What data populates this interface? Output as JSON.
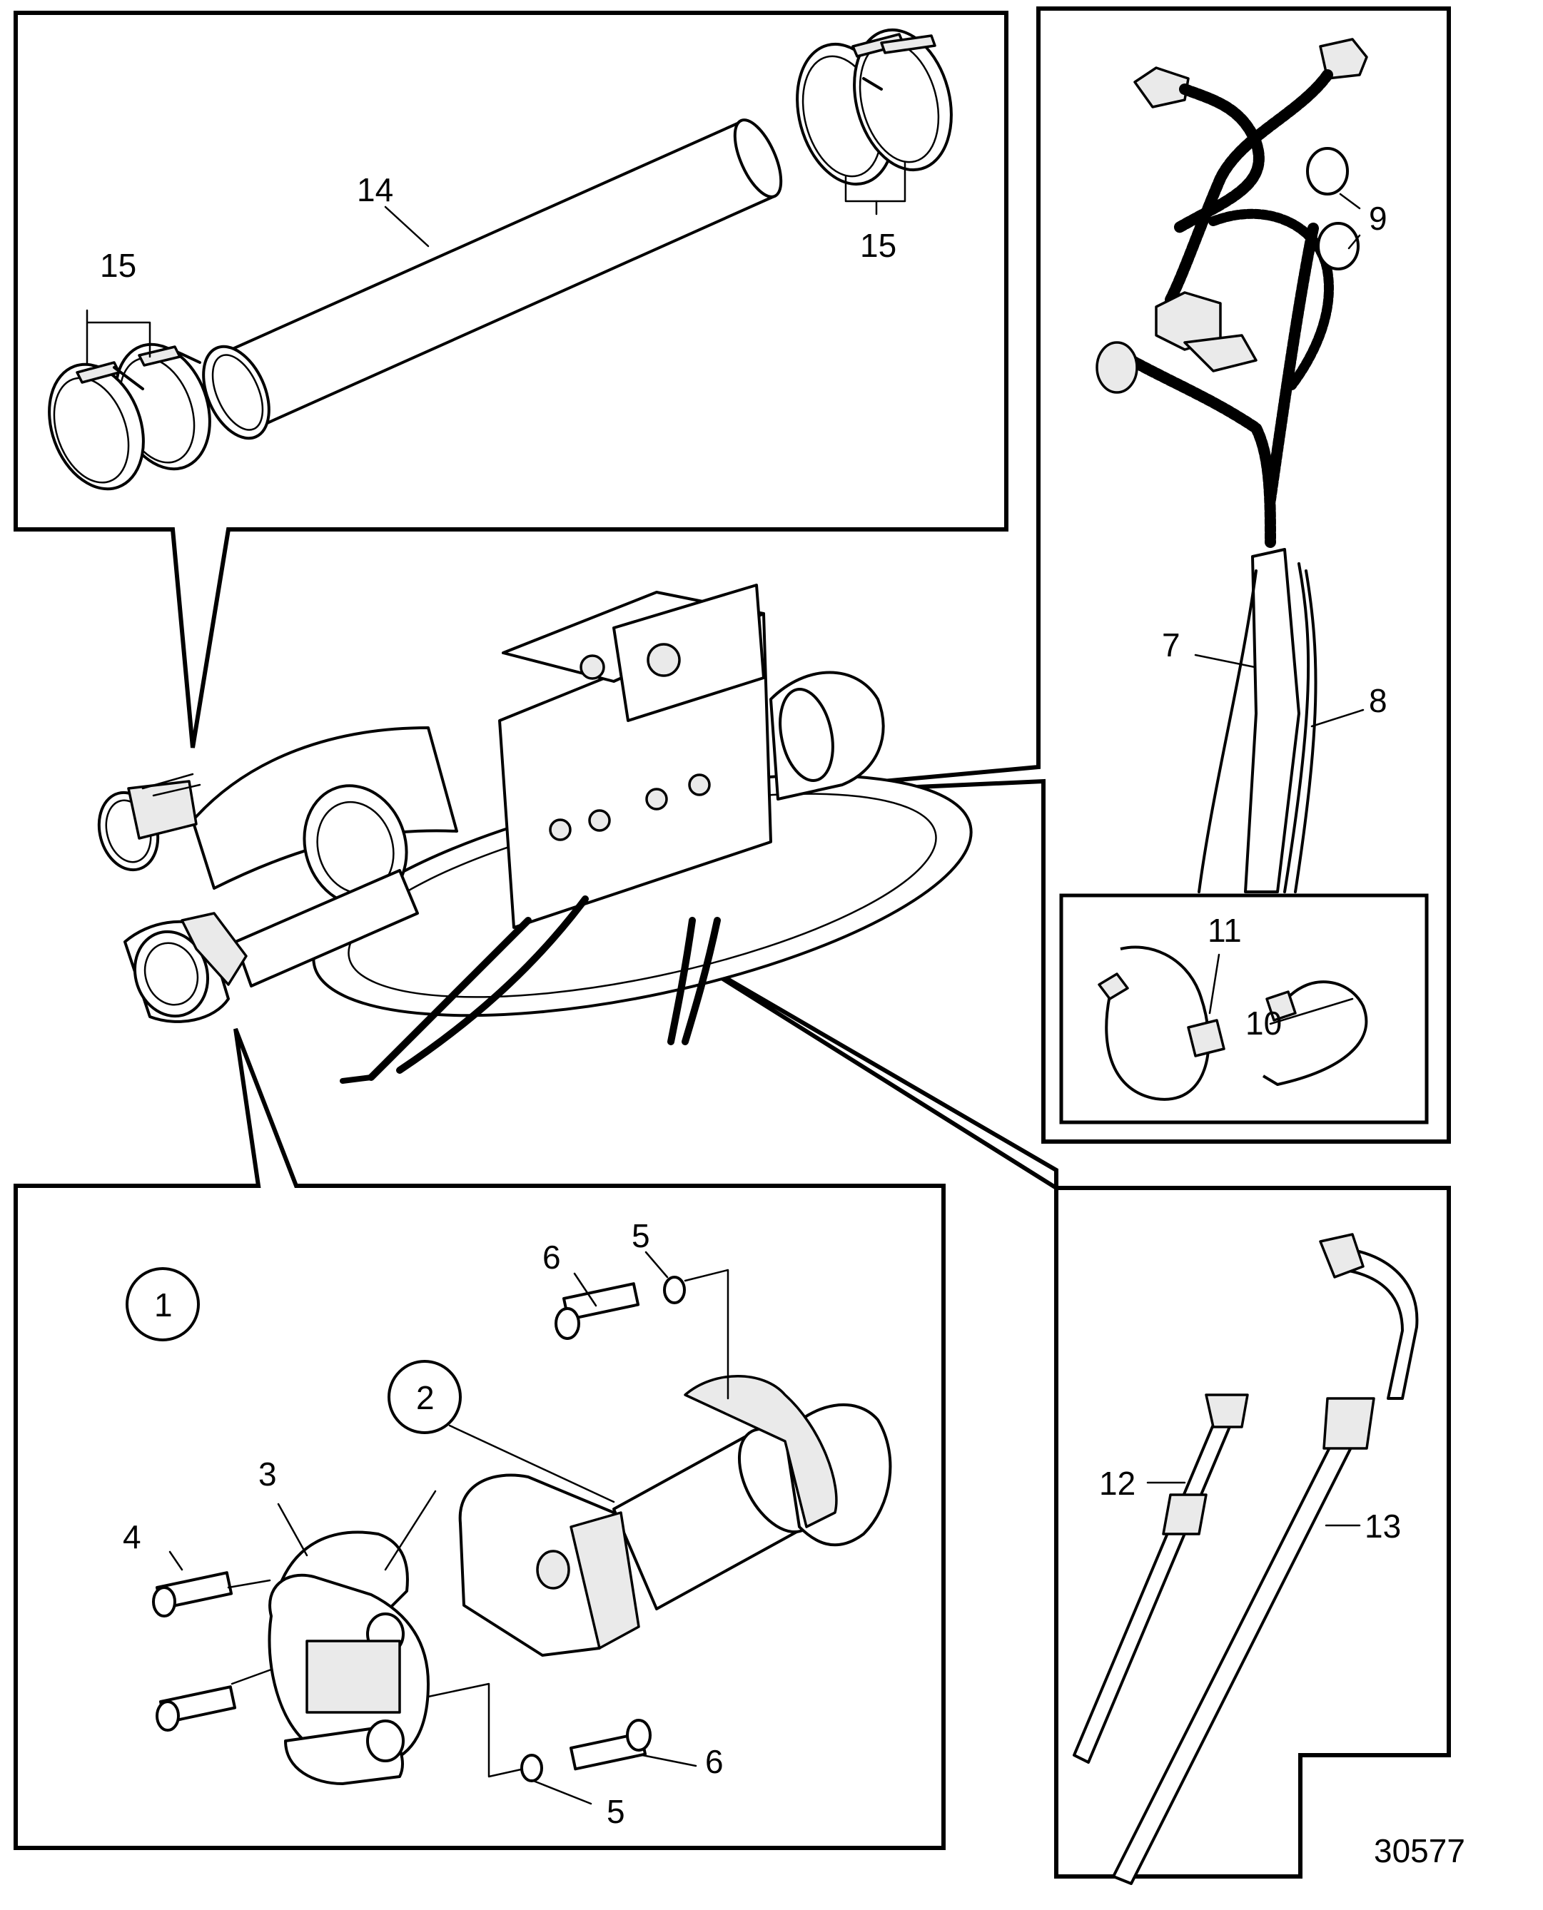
{
  "figure_number": "30577",
  "callouts": {
    "c1": "1",
    "c2": "2",
    "c3": "3",
    "c4": "4",
    "c5a": "5",
    "c5b": "5",
    "c6a": "6",
    "c6b": "6",
    "c7": "7",
    "c8": "8",
    "c9": "9",
    "c10": "10",
    "c11": "11",
    "c12": "12",
    "c13": "13",
    "c14": "14",
    "c15a": "15",
    "c15b": "15"
  }
}
